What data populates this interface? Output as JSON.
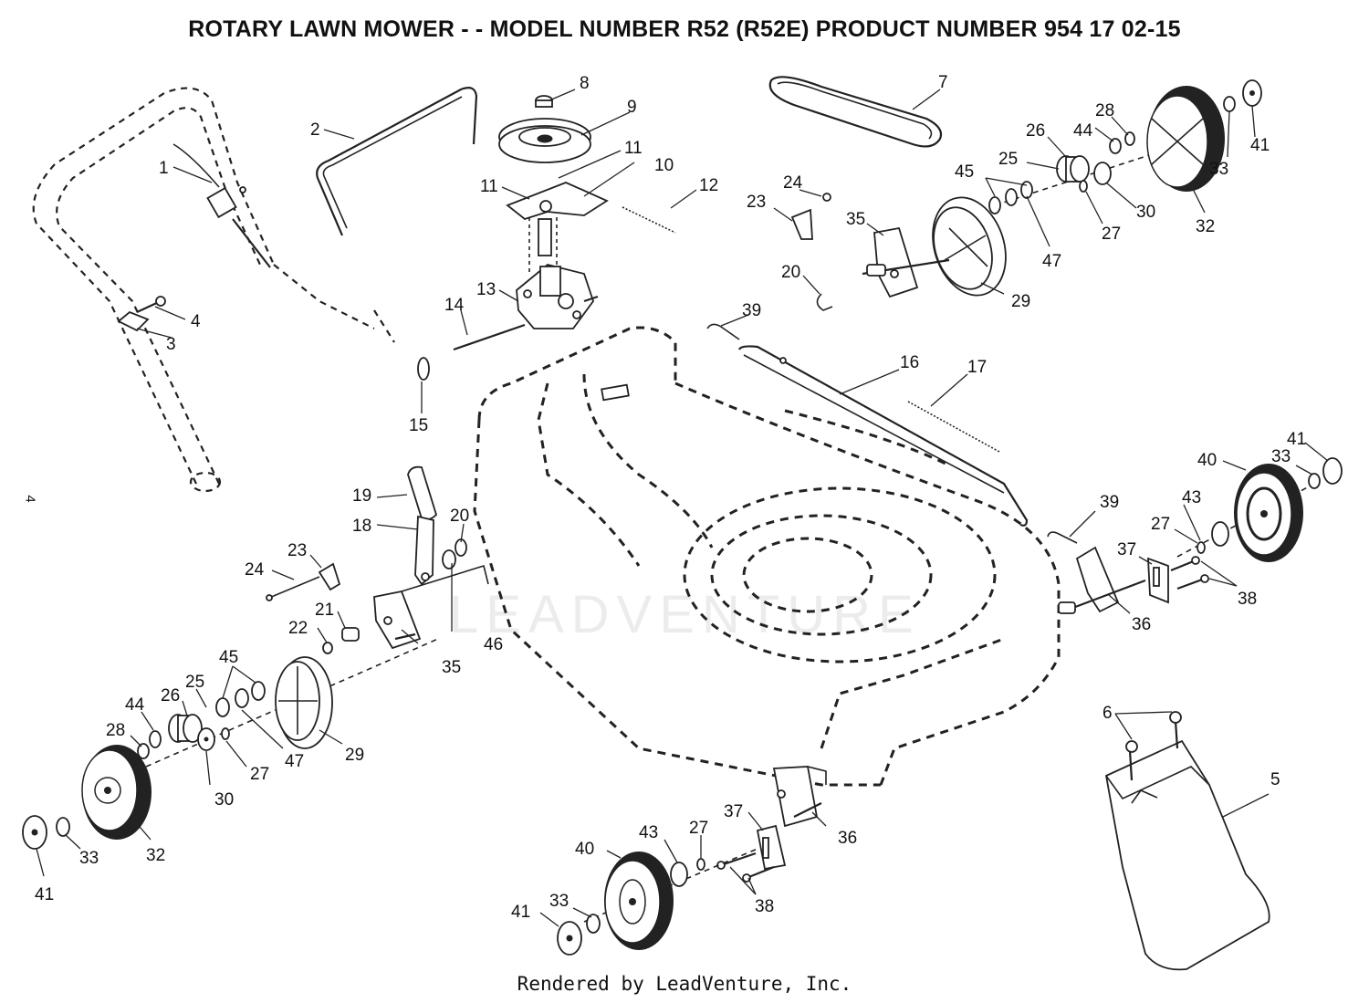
{
  "title": "ROTARY LAWN MOWER - - MODEL NUMBER R52 (R52E) PRODUCT NUMBER 954 17 02-15",
  "footer": "Rendered by LeadVenture, Inc.",
  "page_marker": "4",
  "watermark": "LEADVENTURE",
  "callouts": {
    "c1": "1",
    "c2": "2",
    "c3": "3",
    "c4": "4",
    "c5": "5",
    "c6": "6",
    "c7": "7",
    "c8": "8",
    "c9": "9",
    "c10": "10",
    "c11a": "11",
    "c11b": "11",
    "c12": "12",
    "c13": "13",
    "c14": "14",
    "c15": "15",
    "c16": "16",
    "c17": "17",
    "c18": "18",
    "c19": "19",
    "c20a": "20",
    "c20b": "20",
    "c21": "21",
    "c22": "22",
    "c23a": "23",
    "c23b": "23",
    "c24a": "24",
    "c24b": "24",
    "c25a": "25",
    "c25b": "25",
    "c26a": "26",
    "c26b": "26",
    "c27a": "27",
    "c27b": "27",
    "c27c": "27",
    "c27d": "27",
    "c28a": "28",
    "c28b": "28",
    "c29a": "29",
    "c29b": "29",
    "c30a": "30",
    "c30b": "30",
    "c32a": "32",
    "c32b": "32",
    "c33a": "33",
    "c33b": "33",
    "c33c": "33",
    "c33d": "33",
    "c35a": "35",
    "c35b": "35",
    "c36a": "36",
    "c36b": "36",
    "c37a": "37",
    "c37b": "37",
    "c38a": "38",
    "c38b": "38",
    "c39a": "39",
    "c39b": "39",
    "c40a": "40",
    "c40b": "40",
    "c41a": "41",
    "c41b": "41",
    "c41c": "41",
    "c41d": "41",
    "c43a": "43",
    "c43b": "43",
    "c44a": "44",
    "c44b": "44",
    "c45a": "45",
    "c45b": "45",
    "c46": "46",
    "c47a": "47",
    "c47b": "47"
  }
}
